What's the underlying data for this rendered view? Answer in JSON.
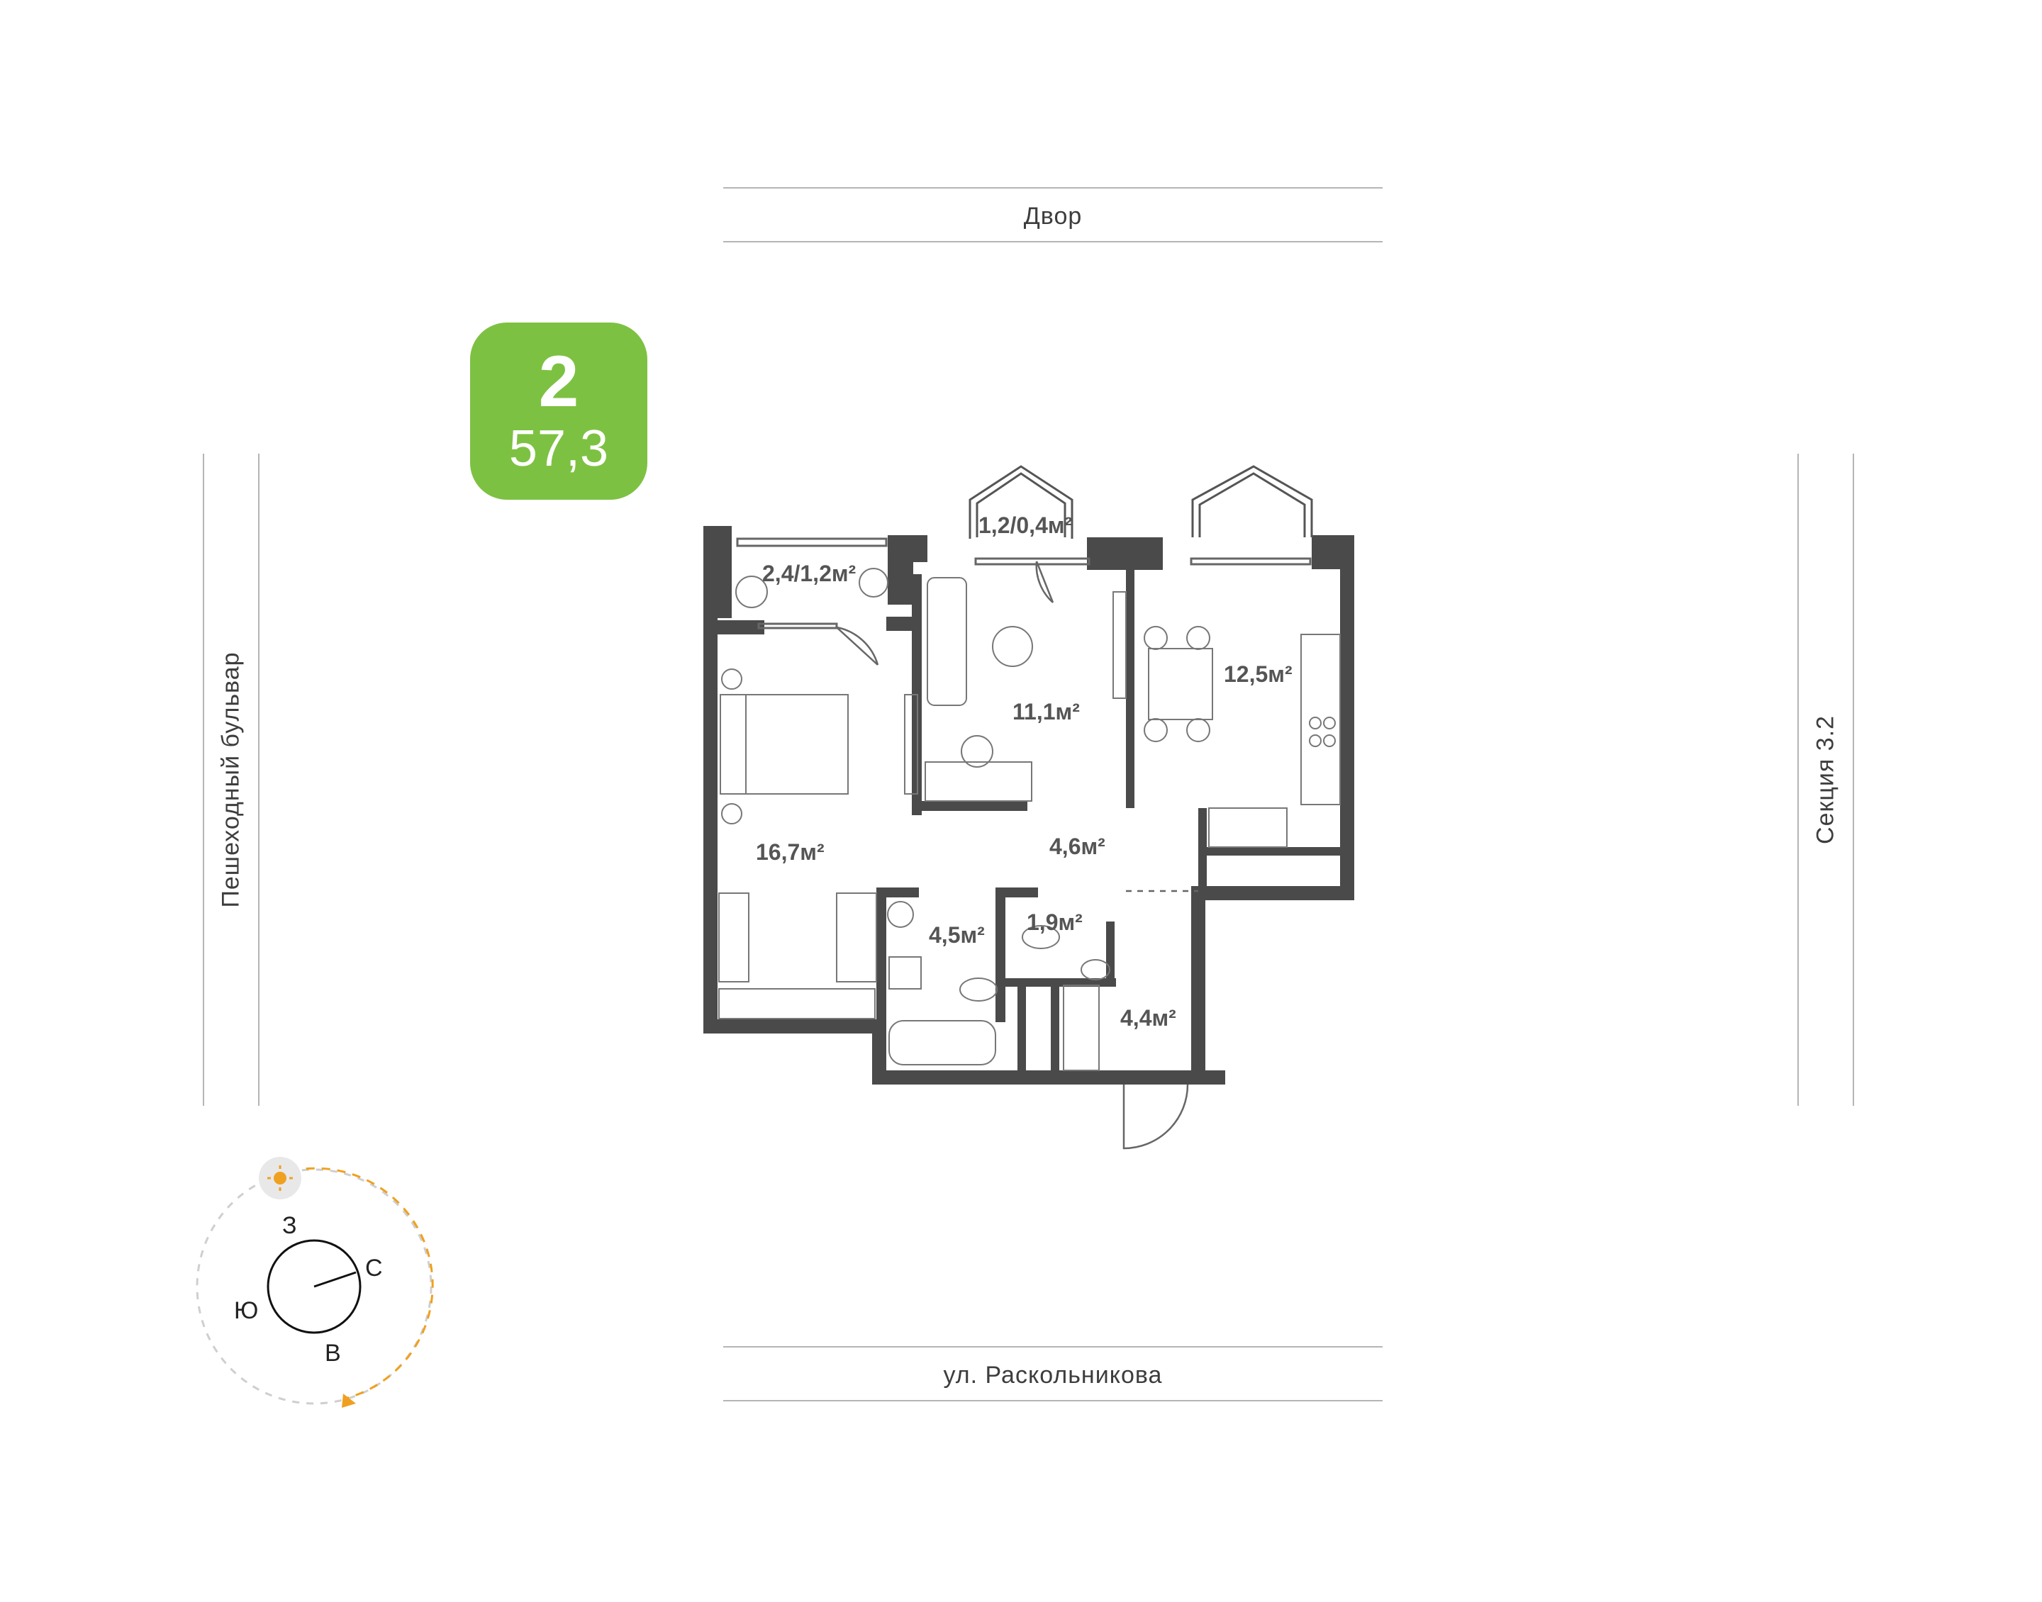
{
  "streets": {
    "top": "Двор",
    "bottom": "ул. Раскольникова",
    "left": "Пешеходный бульвар",
    "right": "Секция 3.2"
  },
  "apartment": {
    "rooms": "2",
    "area": "57,3",
    "accent_color": "#7dc142"
  },
  "rooms": {
    "loggia_west": "2,4/1,2м²",
    "balcony_center": "1,2/0,4м²",
    "living": "11,1м²",
    "kitchen": "12,5м²",
    "bedroom": "16,7м²",
    "hall": "4,6м²",
    "bathroom": "4,5м²",
    "wc": "1,9м²",
    "entrance": "4,4м²"
  },
  "compass": {
    "north": "С",
    "south": "Ю",
    "east": "В",
    "west": "З",
    "sun_icon": "sun-icon",
    "sun_color": "#f0a020"
  }
}
